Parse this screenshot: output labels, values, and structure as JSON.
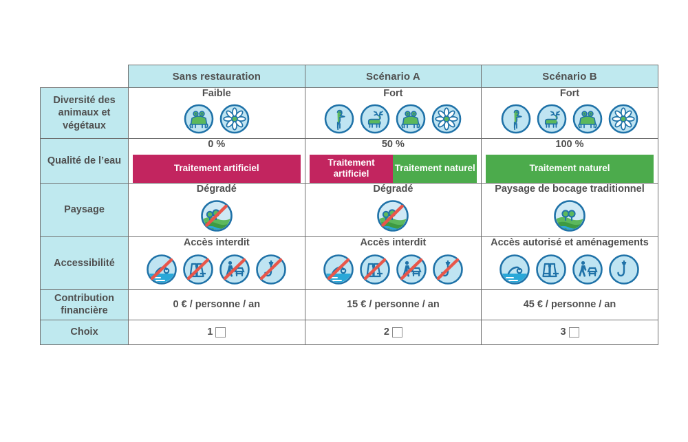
{
  "table": {
    "header": {
      "corner": "",
      "columns": [
        "Sans restauration",
        "Scénario A",
        "Scénario B"
      ]
    },
    "rows": [
      {
        "label": "Diversité des animaux et végétaux",
        "cells": [
          {
            "title": "Faible",
            "icons": [
              "frog-icon",
              "flower-icon"
            ]
          },
          {
            "title": "Fort",
            "icons": [
              "heron-icon",
              "deer-icon",
              "frog-icon",
              "flower-icon"
            ]
          },
          {
            "title": "Fort",
            "icons": [
              "heron-icon",
              "deer-icon",
              "frog-icon",
              "flower-icon"
            ]
          }
        ]
      },
      {
        "label": "Qualité de l’eau",
        "cells": [
          {
            "title": "0 %",
            "bar": [
              {
                "label": "Traitement artificiel",
                "kind": "artificial",
                "share": 100
              }
            ]
          },
          {
            "title": "50 %",
            "bar": [
              {
                "label": "Traitement artificiel",
                "kind": "artificial",
                "share": 50
              },
              {
                "label": "Traitement naturel",
                "kind": "natural",
                "share": 50
              }
            ]
          },
          {
            "title": "100 %",
            "bar": [
              {
                "label": "Traitement naturel",
                "kind": "natural",
                "share": 100
              }
            ]
          }
        ]
      },
      {
        "label": "Paysage",
        "cells": [
          {
            "title": "Dégradé",
            "icons": [
              "landscape-degraded-icon"
            ]
          },
          {
            "title": "Dégradé",
            "icons": [
              "landscape-degraded-icon"
            ]
          },
          {
            "title": "Paysage de bocage traditionnel",
            "icons": [
              "landscape-bocage-icon"
            ]
          }
        ]
      },
      {
        "label": "Accessibilité",
        "cells": [
          {
            "title": "Accès interdit",
            "icons": [
              "swimming-forbidden-icon",
              "binoculars-forbidden-icon",
              "hiking-picnic-forbidden-icon",
              "fishing-forbidden-icon"
            ]
          },
          {
            "title": "Accès interdit",
            "icons": [
              "swimming-forbidden-icon",
              "binoculars-forbidden-icon",
              "hiking-picnic-forbidden-icon",
              "fishing-forbidden-icon"
            ]
          },
          {
            "title": "Accès autorisé et aménagements",
            "icons": [
              "swimming-icon",
              "binoculars-icon",
              "hiking-picnic-icon",
              "fishing-icon"
            ]
          }
        ]
      },
      {
        "label": "Contribution financière",
        "cells": [
          {
            "text": "0 € / personne / an"
          },
          {
            "text": "15 € / personne / an"
          },
          {
            "text": "45 € / personne / an"
          }
        ]
      },
      {
        "label": "Choix",
        "cells": [
          {
            "number": "1",
            "checkbox": "unchecked"
          },
          {
            "number": "2",
            "checkbox": "unchecked"
          },
          {
            "number": "3",
            "checkbox": "unchecked"
          }
        ]
      }
    ]
  },
  "colors": {
    "header_fill": "#bfe9ef",
    "label_fill": "#bfe9ef",
    "artificial_treatment": "#c2255f",
    "natural_treatment": "#4cab4c",
    "icon_stroke": "#1f72a8",
    "icon_fill": "#bfe4f2",
    "icon_green": "#5cb85c",
    "forbidden_stroke": "#e8564a",
    "border": "#6e6e6e",
    "text": "#4f4f4f"
  }
}
